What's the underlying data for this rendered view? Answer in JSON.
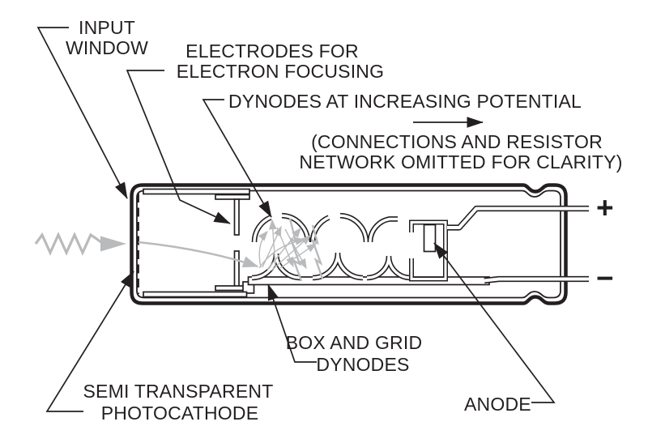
{
  "diagram": {
    "background": "#ffffff",
    "ink_color": "#231f20",
    "gray_color": "#b9babc",
    "labels": {
      "input_window": {
        "line1": "INPUT",
        "line2": "WINDOW"
      },
      "focusing_electrodes": {
        "line1": "ELECTRODES FOR",
        "line2": "ELECTRON FOCUSING"
      },
      "dynodes": {
        "text": "DYNODES AT INCREASING POTENTIAL"
      },
      "connections_note": {
        "line1": "(CONNECTIONS AND RESISTOR",
        "line2": "NETWORK OMITTED FOR CLARITY)"
      },
      "box_grid_dynodes": {
        "line1": "BOX AND GRID",
        "line2": "DYNODES"
      },
      "photocathode": {
        "line1": "SEMI TRANSPARENT",
        "line2": "PHOTOCATHODE"
      },
      "anode": {
        "text": "ANODE"
      },
      "positive_terminal": "+",
      "negative_terminal": "−"
    }
  }
}
